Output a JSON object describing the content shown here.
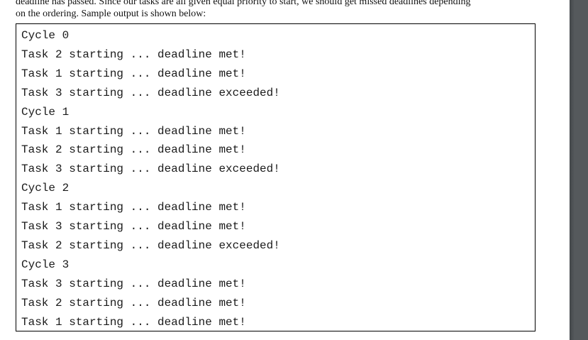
{
  "intro": {
    "line1": "deadline has passed. Since our tasks are all given equal priority to start, we should get missed deadlines depending",
    "line2": "on the ordering. Sample output is shown below:"
  },
  "console_output": {
    "lines": [
      "Cycle 0",
      "Task 2 starting ... deadline met!",
      "Task 1 starting ... deadline met!",
      "Task 3 starting ... deadline exceeded!",
      "Cycle 1",
      "Task 1 starting ... deadline met!",
      "Task 2 starting ... deadline met!",
      "Task 3 starting ... deadline exceeded!",
      "Cycle 2",
      "Task 1 starting ... deadline met!",
      "Task 3 starting ... deadline met!",
      "Task 2 starting ... deadline exceeded!",
      "Cycle 3",
      "Task 3 starting ... deadline met!",
      "Task 2 starting ... deadline met!",
      "Task 1 starting ... deadline met!"
    ]
  },
  "colors": {
    "viewer_gutter": "#55595c",
    "box_border": "#000000",
    "text": "#1a1a1a"
  }
}
